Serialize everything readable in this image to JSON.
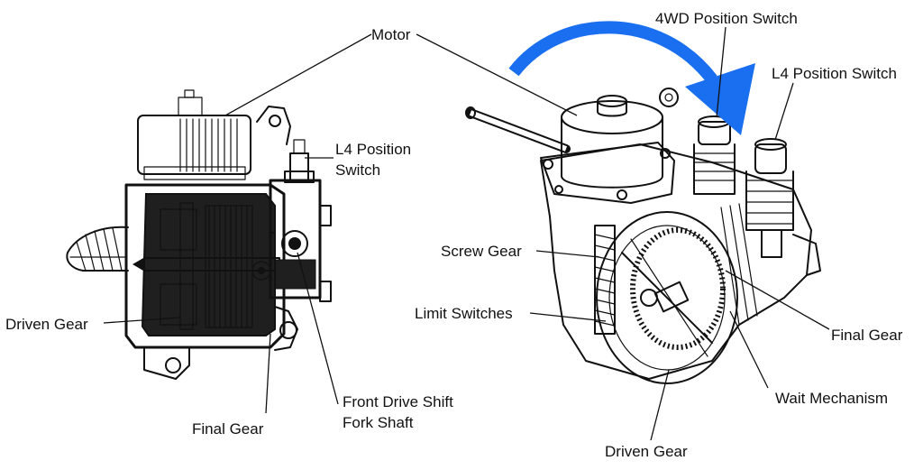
{
  "labels": {
    "motor": "Motor",
    "l4_left_line1": "L4 Position",
    "l4_left_line2": "Switch",
    "driven_gear_left": "Driven Gear",
    "final_gear_left": "Final Gear",
    "front_drive_line1": "Front Drive Shift",
    "front_drive_line2": "Fork Shaft",
    "wd_position": "4WD Position Switch",
    "l4_right": "L4 Position Switch",
    "screw_gear": "Screw Gear",
    "limit_switches": "Limit Switches",
    "final_gear_right": "Final Gear",
    "wait_mechanism": "Wait Mechanism",
    "driven_gear_right": "Driven Gear"
  },
  "colors": {
    "ink": "#111111",
    "arrow": "#1a6ff0",
    "shade": "#1f1f1f",
    "paper": "#ffffff"
  },
  "icons": {
    "arrow": "curved-arrow-icon"
  }
}
